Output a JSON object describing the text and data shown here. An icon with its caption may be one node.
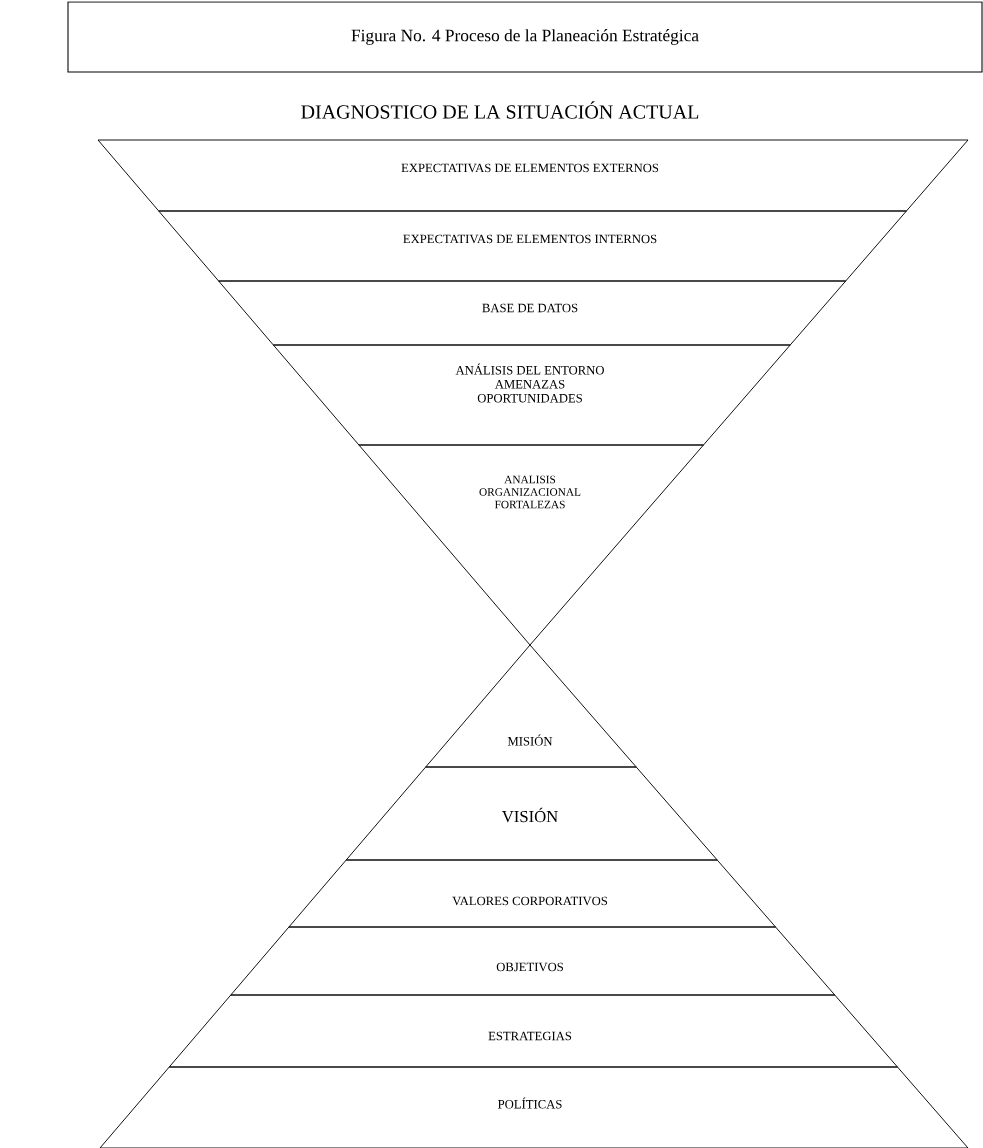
{
  "diagram": {
    "title": "Figura No. 4 Proceso de la Planeación Estratégica",
    "nodes": [
      {
        "text": [
          "EXPECTATIVAS DE ELEMENTOS EXTERNOS"
        ]
      },
      {
        "text": [
          "EXPECTATIVAS DE ELEMENTOS INTERNOS"
        ]
      },
      {
        "text": [
          "BASE DE DATOS"
        ]
      },
      {
        "text": [
          "ANÁLISIS DEL ENTORNO",
          "AMENAZAS",
          "OPORTUNIDADES"
        ]
      },
      {
        "text": [
          "ANALISIS ORGANIZACIONAL",
          "FORTALEZAS"
        ]
      },
      {
        "text": [
          "MISIÓN"
        ]
      },
      {
        "text": [
          "VISIÓN"
        ]
      },
      {
        "text": [
          "VALORES CORPORATIVOS"
        ]
      },
      {
        "text": [
          "OBJETIVOS"
        ]
      },
      {
        "text": [
          "ESTRATEGIAS"
        ]
      },
      {
        "text": [
          "POLÍTICAS"
        ]
      }
    ],
    "labels": [
      "DIAGNOSTICO DE LA SITUACIÓN ACTUAL"
    ]
  }
}
